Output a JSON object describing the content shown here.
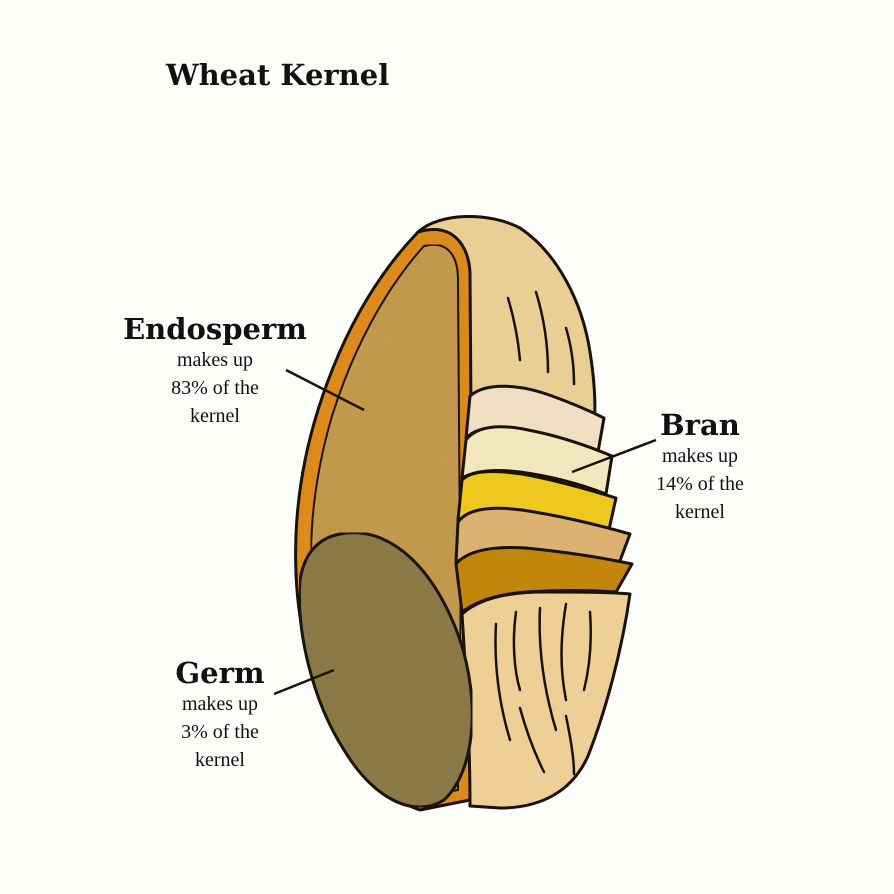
{
  "title": "Wheat Kernel",
  "parts": {
    "endosperm": {
      "name": "Endosperm",
      "desc_lines": [
        "makes up",
        "83% of the",
        "kernel"
      ],
      "percent": 83,
      "color": "#c49a4e"
    },
    "bran": {
      "name": "Bran",
      "desc_lines": [
        "makes up",
        "14% of the",
        "kernel"
      ],
      "percent": 14,
      "colors": [
        "#f1dfc4",
        "#f3e8bd",
        "#eec71f",
        "#ddb270",
        "#c1860b",
        "#eed097"
      ]
    },
    "germ": {
      "name": "Germ",
      "desc_lines": [
        "makes up",
        "3% of the",
        "kernel"
      ],
      "percent": 3,
      "color": "#8c7a47"
    }
  },
  "colors": {
    "husk": "#e9cf93",
    "orange_rim": "#dd8a1c",
    "outline": "#1a1208",
    "background": "#fdfdfa"
  }
}
